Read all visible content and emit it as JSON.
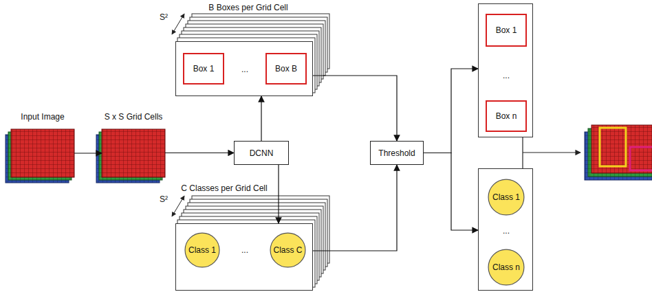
{
  "diagram": {
    "nodes": [
      {
        "text": [
          "Input Image"
        ]
      },
      {
        "text": [
          "S x S Grid Cells"
        ]
      },
      {
        "text": [
          "B Boxes per Grid Cell",
          "..."
        ]
      },
      {
        "text": [
          "Box 1"
        ],
        "in": 2
      },
      {
        "text": [
          "Box B"
        ],
        "in": 2
      },
      {
        "text": [
          "DCNN"
        ]
      },
      {
        "text": [
          "C Classes per Grid Cell",
          "..."
        ]
      },
      {
        "text": [
          "Class 1"
        ],
        "in": 6
      },
      {
        "text": [
          "Class C"
        ],
        "in": 6
      },
      {
        "text": [
          "Threshold"
        ]
      },
      {
        "text": [
          "..."
        ]
      },
      {
        "text": [
          "Box 1"
        ],
        "in": 10
      },
      {
        "text": [
          "Box n"
        ],
        "in": 10
      },
      {
        "text": [
          "..."
        ]
      },
      {
        "text": [
          "Class 1"
        ],
        "in": 13
      },
      {
        "text": [
          "Class n"
        ],
        "in": 13
      }
    ],
    "edges": [
      {
        "from": 0,
        "to": 1,
        "arrow": "to"
      },
      {
        "from": 1,
        "to": 5,
        "arrow": "to"
      },
      {
        "from": 5,
        "to": 2,
        "arrow": "to"
      },
      {
        "from": 5,
        "to": 6,
        "arrow": "to"
      },
      {
        "from": 2,
        "to": 9,
        "arrow": "to"
      },
      {
        "from": 6,
        "to": 9,
        "arrow": "to"
      },
      {
        "from": 9,
        "to": 10,
        "arrow": "to"
      },
      {
        "from": 9,
        "to": 13,
        "arrow": "to"
      }
    ],
    "labels": [
      "S²",
      "S²"
    ]
  }
}
